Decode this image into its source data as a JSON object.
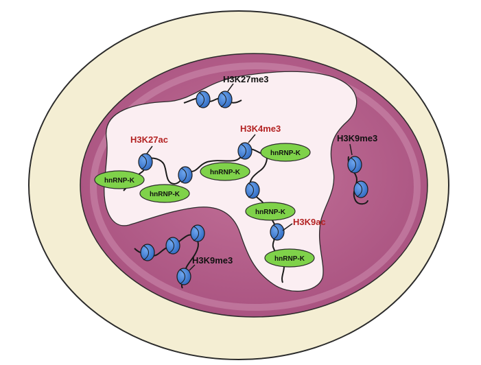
{
  "labels": {
    "h3k27me3_top": "H3K27me3",
    "h3k27ac": "H3K27ac",
    "h3k4me3": "H3K4me3",
    "h3k9me3_right": "H3K9me3",
    "h3k9ac": "H3K9ac",
    "h3k9me3_bottom": "H3K9me3"
  },
  "proteins": [
    "hnRNP-K",
    "hnRNP-K",
    "hnRNP-K",
    "hnRNP-K",
    "hnRNP-K",
    "hnRNP-K"
  ],
  "colors": {
    "cell_fill": "#f4eed3",
    "cell_stroke": "#2a2a2a",
    "nucleus_fill": "#b8638f",
    "euchromatin_fill": "#fbeef2",
    "nucleosome": "#3e7fd6",
    "protein": "#7fd24a",
    "active_mark": "#b32222",
    "repressive_mark": "#111111"
  }
}
